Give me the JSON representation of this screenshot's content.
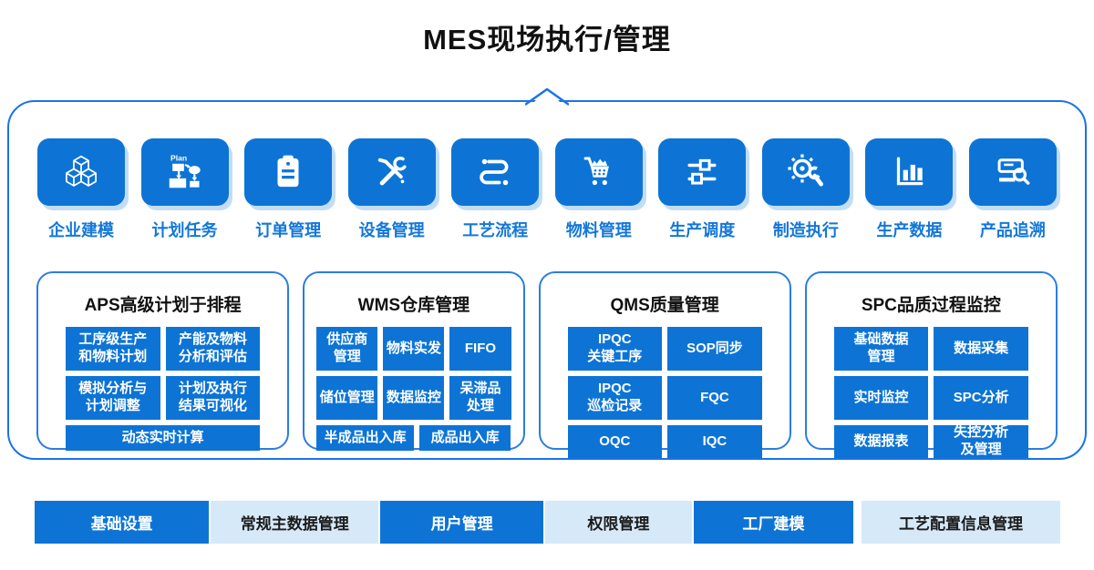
{
  "title": "MES现场执行/管理",
  "colors": {
    "primary_blue": "#0d74d6",
    "frame_border_blue": "#1a73e8",
    "panel_border_blue": "#2b7de0",
    "tile_shadow": "#c3ddf4",
    "footer_light_blue": "#d6e9f8",
    "label_blue": "#1377d8",
    "title_black": "#111111",
    "icon_white": "#ffffff"
  },
  "modules": [
    {
      "label": "企业建模",
      "icon": "cubes-icon"
    },
    {
      "label": "计划任务",
      "icon": "plan-flowchart-icon"
    },
    {
      "label": "订单管理",
      "icon": "clipboard-icon"
    },
    {
      "label": "设备管理",
      "icon": "tools-icon"
    },
    {
      "label": "工艺流程",
      "icon": "process-route-icon"
    },
    {
      "label": "物料管理",
      "icon": "cart-icon"
    },
    {
      "label": "生产调度",
      "icon": "sliders-icon"
    },
    {
      "label": "制造执行",
      "icon": "gear-wrench-icon"
    },
    {
      "label": "生产数据",
      "icon": "bar-chart-icon"
    },
    {
      "label": "产品追溯",
      "icon": "document-search-icon"
    }
  ],
  "plan_icon_text": "Plan",
  "panels": [
    {
      "title": "APS高级计划于排程",
      "cells": [
        "工序级生产\n和物料计划",
        "产能及物料\n分析和评估",
        "模拟分析与\n计划调整",
        "计划及执行\n结果可视化",
        "动态实时计算"
      ]
    },
    {
      "title": "WMS仓库管理",
      "cells": [
        "供应商\n管理",
        "物料实发",
        "FIFO",
        "储位管理",
        "数据监控",
        "呆滞品\n处理",
        "半成品出入库",
        "成品出入库"
      ]
    },
    {
      "title": "QMS质量管理",
      "cells": [
        "IPQC\n关键工序",
        "SOP同步",
        "IPQC\n巡检记录",
        "FQC",
        "OQC",
        "IQC"
      ]
    },
    {
      "title": "SPC品质过程监控",
      "cells": [
        "基础数据\n管理",
        "数据采集",
        "实时监控",
        "SPC分析",
        "数据报表",
        "失控分析\n及管理"
      ]
    }
  ],
  "footer": [
    {
      "label": "基础设置"
    },
    {
      "label": "常规主数据管理"
    },
    {
      "label": "用户管理"
    },
    {
      "label": "权限管理"
    },
    {
      "label": "工厂建模"
    },
    {
      "label": "工艺配置信息管理"
    }
  ]
}
